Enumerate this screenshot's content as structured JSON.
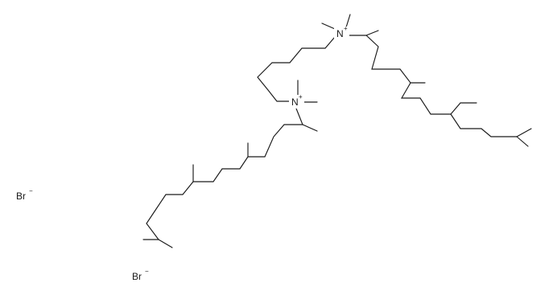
{
  "structure": {
    "nitrogen_1": {
      "symbol": "N",
      "charge": "+"
    },
    "nitrogen_2": {
      "symbol": "N",
      "charge": "+"
    },
    "counterion_1": {
      "symbol": "Br",
      "charge": "−"
    },
    "counterion_2": {
      "symbol": "Br",
      "charge": "−"
    }
  }
}
